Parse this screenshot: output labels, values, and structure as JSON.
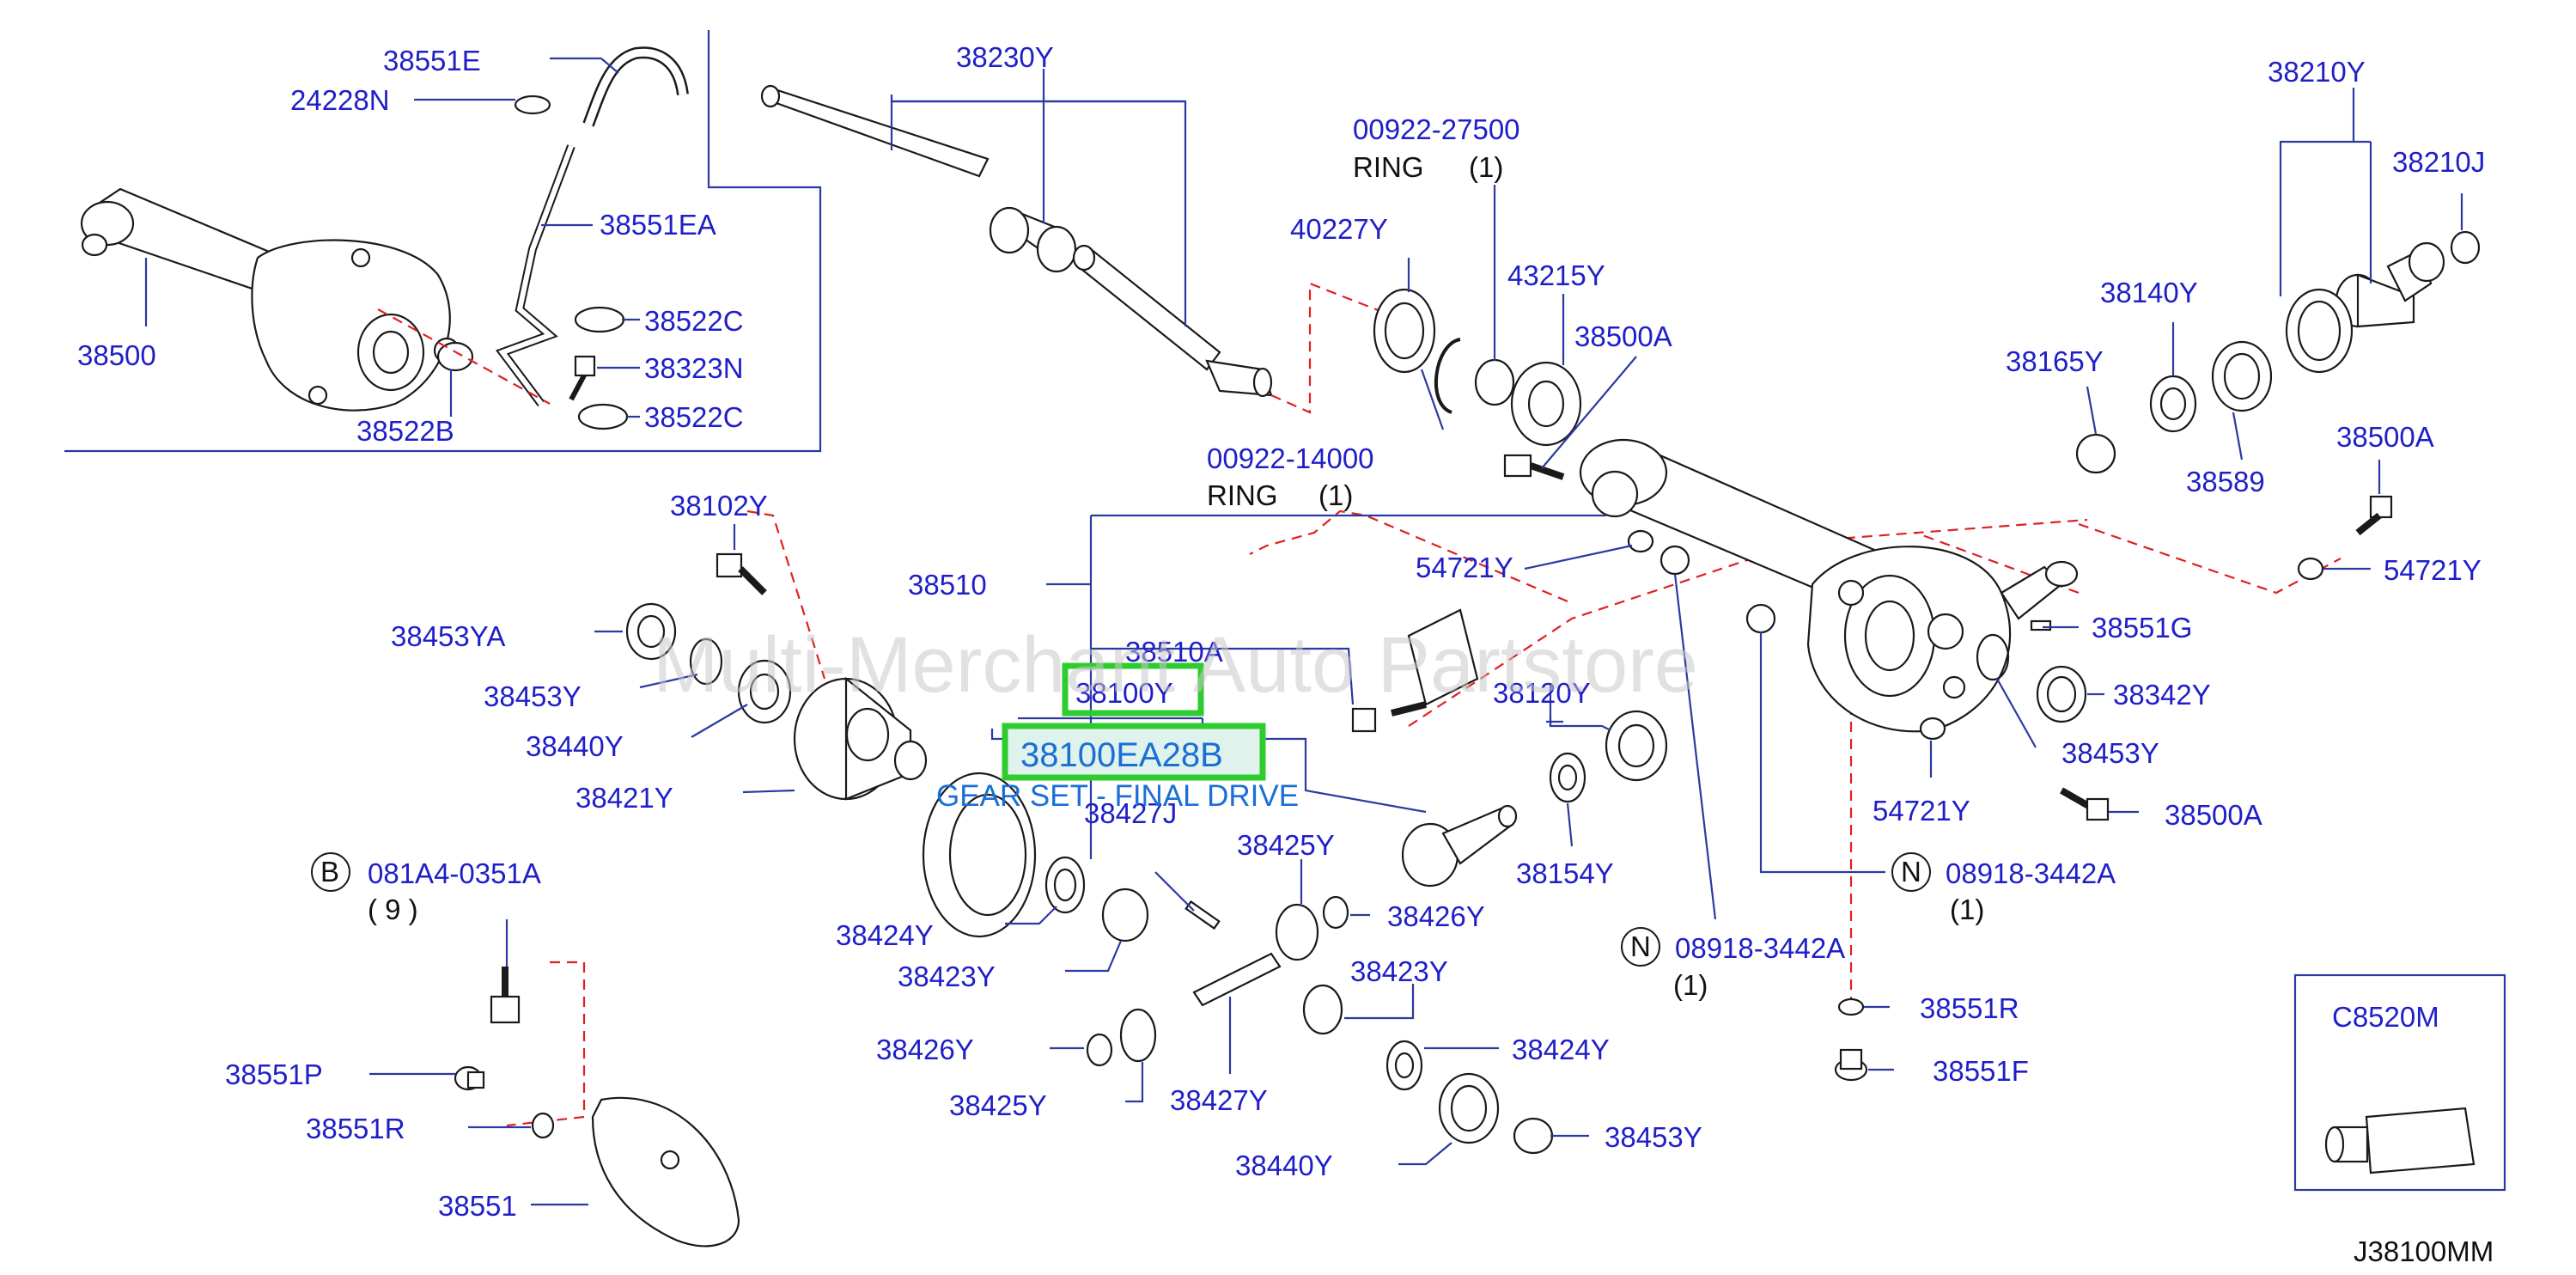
{
  "watermark": "Multi-Merchant Auto Partstore",
  "diagram_code": "J38100MM",
  "highlight": {
    "part_ref": "38100Y",
    "part_number": "38100EA28B",
    "description": "GEAR SET - FINAL DRIVE"
  },
  "parts": {
    "p38551E": "38551E",
    "p24228N": "24228N",
    "p38551EA": "38551EA",
    "p38500": "38500",
    "p38522C_a": "38522C",
    "p38323N": "38323N",
    "p38522C_b": "38522C",
    "p38522B": "38522B",
    "p38230Y": "38230Y",
    "p00922_27500": "00922-27500",
    "ring1": "RING",
    "ring1_qty": "(1)",
    "p40227Y": "40227Y",
    "p43215Y": "43215Y",
    "p38500A_a": "38500A",
    "p00922_14000": "00922-14000",
    "ring2": "RING",
    "ring2_qty": "(1)",
    "p38210Y": "38210Y",
    "p38210J": "38210J",
    "p38140Y": "38140Y",
    "p38165Y": "38165Y",
    "p38589": "38589",
    "p38500A_b": "38500A",
    "p54721Y_a": "54721Y",
    "p54721Y_b": "54721Y",
    "p38102Y": "38102Y",
    "p38510": "38510",
    "p38453YA": "38453YA",
    "p38510A": "38510A",
    "p38453Y_a": "38453Y",
    "p38440Y_a": "38440Y",
    "p38120Y": "38120Y",
    "p38551G": "38551G",
    "p38342Y": "38342Y",
    "p38453Y_b": "38453Y",
    "p38421Y": "38421Y",
    "p38427J": "38427J",
    "p54721Y_c": "54721Y",
    "p38500A_c": "38500A",
    "p38425Y_a": "38425Y",
    "p38154Y": "38154Y",
    "N_a": "N",
    "p08918_a": "08918-3442A",
    "qty_a": "(1)",
    "B": "B",
    "p081A4": "081A4-0351A",
    "qty_b": "( 9 )",
    "p38426Y_a": "38426Y",
    "p38424Y_a": "38424Y",
    "p38423Y_a": "38423Y",
    "N_b": "N",
    "p08918_b": "08918-3442A",
    "qty_c": "(1)",
    "p38423Y_b": "38423Y",
    "p38551R_a": "38551R",
    "p38426Y_b": "38426Y",
    "p38424Y_b": "38424Y",
    "p38551P": "38551P",
    "p38551F": "38551F",
    "p38425Y_b": "38425Y",
    "p38427Y": "38427Y",
    "p38551R_b": "38551R",
    "p38453Y_c": "38453Y",
    "p38440Y_b": "38440Y",
    "p38551": "38551",
    "pC8520M": "C8520M"
  }
}
